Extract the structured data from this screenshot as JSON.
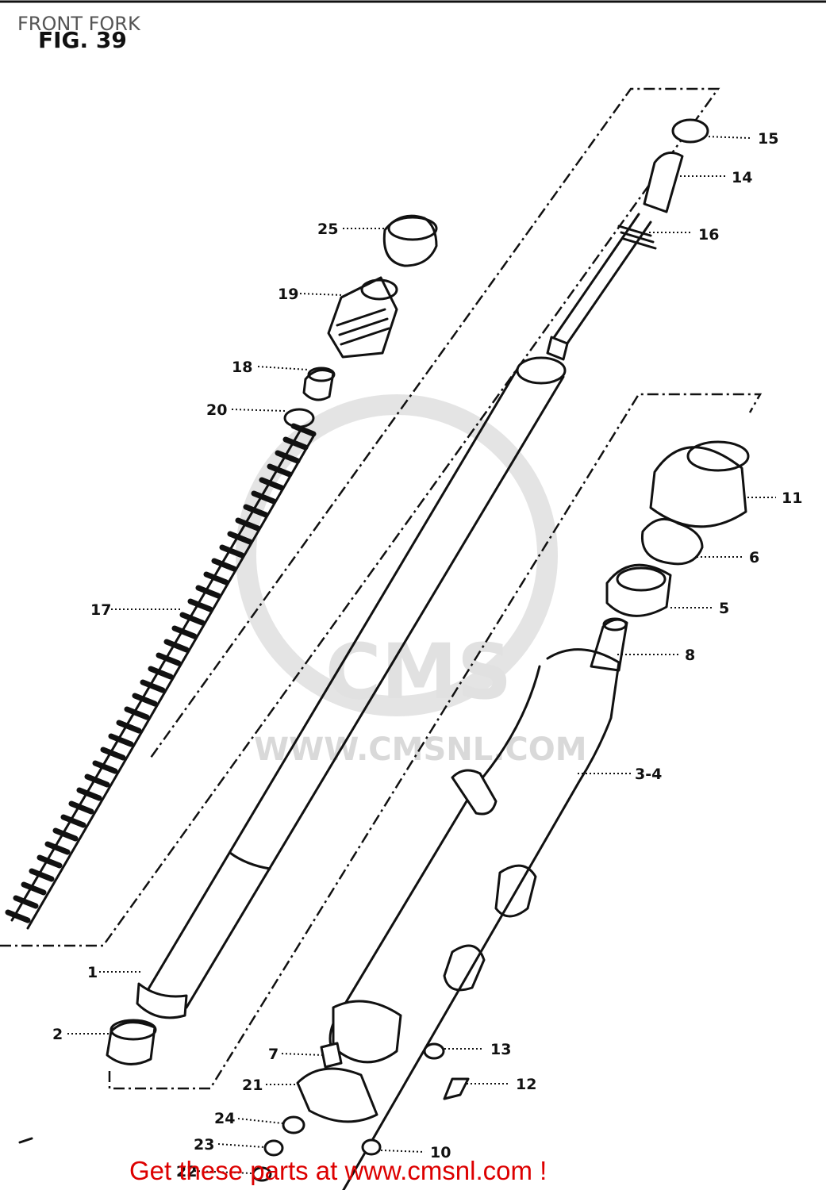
{
  "header": {
    "title": "FRONT FORK",
    "figure": "FIG. 39"
  },
  "parts": [
    {
      "id": "p15",
      "label": "15"
    },
    {
      "id": "p14",
      "label": "14"
    },
    {
      "id": "p16",
      "label": "16"
    },
    {
      "id": "p25",
      "label": "25"
    },
    {
      "id": "p19",
      "label": "19"
    },
    {
      "id": "p18",
      "label": "18"
    },
    {
      "id": "p20",
      "label": "20"
    },
    {
      "id": "p11",
      "label": "11"
    },
    {
      "id": "p6",
      "label": "6"
    },
    {
      "id": "p5",
      "label": "5"
    },
    {
      "id": "p8",
      "label": "8"
    },
    {
      "id": "p17",
      "label": "17"
    },
    {
      "id": "p34",
      "label": "3-4"
    },
    {
      "id": "p1",
      "label": "1"
    },
    {
      "id": "p2",
      "label": "2"
    },
    {
      "id": "p13",
      "label": "13"
    },
    {
      "id": "p7",
      "label": "7"
    },
    {
      "id": "p12",
      "label": "12"
    },
    {
      "id": "p21",
      "label": "21"
    },
    {
      "id": "p24",
      "label": "24"
    },
    {
      "id": "p23",
      "label": "23"
    },
    {
      "id": "p10",
      "label": "10"
    },
    {
      "id": "p22",
      "label": "22"
    }
  ],
  "watermark": {
    "text": "WWW.CMSNL.COM",
    "logo_text": "CMS",
    "color": "#d9d9d9"
  },
  "footer": {
    "text": "Get these parts at www.cmsnl.com !",
    "color": "#dd0000"
  }
}
